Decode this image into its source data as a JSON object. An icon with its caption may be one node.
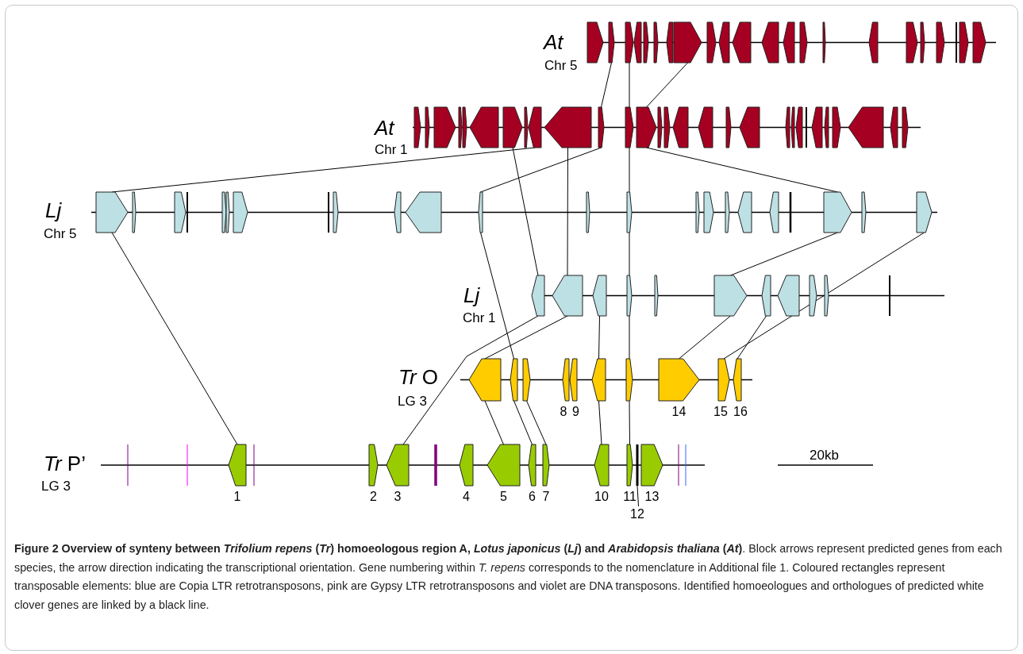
{
  "diagram": {
    "caption": "**Figure 2 Overview of synteny between *Trifolium repens* (*Tr*) homoeologous region A, *Lotus japonicus* (*Lj*) and *Arabidopsis thaliana* (*At*)**. Block arrows represent predicted genes from each species, the arrow direction indicating the transcriptional orientation. Gene numbering within *T. repens* corresponds to the nomenclature in Additional file 1. Coloured rectangles represent transposable elements: blue are Copia LTR retrotransposons, pink are Gypsy LTR retrotransposons and violet are DNA transposons. Identified homoeologues and orthologues of predicted white clover genes are linked by a black line.",
    "nodes": [
      {
        "text": [],
        "shape": "pentagon"
      },
      {
        "text": [],
        "shape": "pentagon"
      },
      {
        "text": [],
        "shape": "pentagon"
      },
      {
        "text": [],
        "shape": "pentagon"
      },
      {
        "text": [],
        "shape": "pentagon"
      },
      {
        "text": [],
        "shape": "pentagon"
      },
      {
        "text": [],
        "shape": "pentagon"
      },
      {
        "text": [],
        "shape": "pentagon"
      },
      {
        "text": [],
        "shape": "pentagon"
      },
      {
        "text": [],
        "shape": "pentagon"
      },
      {
        "text": [],
        "shape": "pentagon"
      },
      {
        "text": [],
        "shape": "pentagon"
      },
      {
        "text": [],
        "shape": "pentagon"
      },
      {
        "text": [],
        "shape": "pentagon"
      },
      {
        "text": [],
        "shape": "pentagon"
      },
      {
        "text": [],
        "shape": "pentagon"
      },
      {
        "text": [],
        "shape": "pentagon"
      },
      {
        "text": [],
        "shape": "pentagon"
      },
      {
        "text": [],
        "shape": "pentagon"
      },
      {
        "text": [],
        "shape": "pentagon"
      },
      {
        "text": [],
        "shape": "pentagon"
      },
      {
        "text": [],
        "shape": "pentagon"
      },
      {
        "text": [],
        "shape": "pentagon"
      },
      {
        "text": [],
        "shape": "pentagon"
      },
      {
        "text": [],
        "shape": "pentagon"
      },
      {
        "text": [],
        "shape": "pentagon"
      },
      {
        "text": [],
        "shape": "pentagon"
      },
      {
        "text": [],
        "shape": "pentagon"
      },
      {
        "text": [],
        "shape": "pentagon"
      },
      {
        "text": [],
        "shape": "pentagon"
      },
      {
        "text": [],
        "shape": "pentagon"
      },
      {
        "text": [],
        "shape": "pentagon"
      },
      {
        "text": [],
        "shape": "pentagon"
      },
      {
        "text": [],
        "shape": "pentagon"
      },
      {
        "text": [],
        "shape": "pentagon"
      },
      {
        "text": [],
        "shape": "pentagon"
      },
      {
        "text": [],
        "shape": "pentagon"
      },
      {
        "text": [],
        "shape": "pentagon"
      },
      {
        "text": [],
        "shape": "pentagon"
      },
      {
        "text": [],
        "shape": "pentagon"
      },
      {
        "text": [],
        "shape": "pentagon"
      },
      {
        "text": [],
        "shape": "pentagon"
      },
      {
        "text": [],
        "shape": "pentagon"
      },
      {
        "text": [],
        "shape": "pentagon"
      },
      {
        "text": [],
        "shape": "pentagon"
      },
      {
        "text": [],
        "shape": "pentagon"
      },
      {
        "text": [],
        "shape": "pentagon"
      },
      {
        "text": [],
        "shape": "pentagon"
      },
      {
        "text": [],
        "shape": "pentagon"
      },
      {
        "text": [],
        "shape": "pentagon"
      },
      {
        "text": [],
        "shape": "pentagon"
      },
      {
        "text": [],
        "shape": "pentagon"
      },
      {
        "text": [],
        "shape": "pentagon"
      },
      {
        "text": [],
        "shape": "pentagon"
      },
      {
        "text": [],
        "shape": "pentagon"
      },
      {
        "text": [],
        "shape": "pentagon"
      },
      {
        "text": [],
        "shape": "pentagon"
      },
      {
        "text": [],
        "shape": "pentagon"
      },
      {
        "text": [],
        "shape": "pentagon"
      },
      {
        "text": [],
        "shape": "pentagon"
      },
      {
        "text": [],
        "shape": "pentagon"
      },
      {
        "text": [],
        "shape": "pentagon"
      },
      {
        "text": [],
        "shape": "pentagon"
      },
      {
        "text": [],
        "shape": "pentagon"
      },
      {
        "text": [],
        "shape": "pentagon"
      },
      {
        "text": [],
        "shape": "pentagon"
      },
      {
        "text": [],
        "shape": "pentagon"
      },
      {
        "text": [],
        "shape": "pentagon"
      },
      {
        "text": [],
        "shape": "pentagon"
      },
      {
        "text": [],
        "shape": "pentagon"
      },
      {
        "text": [],
        "shape": "pentagon"
      },
      {
        "text": [],
        "shape": "pentagon"
      },
      {
        "text": [],
        "shape": "pentagon"
      },
      {
        "text": [],
        "shape": "pentagon"
      },
      {
        "text": [],
        "shape": "pentagon"
      },
      {
        "text": [],
        "shape": "pentagon"
      },
      {
        "text": [],
        "shape": "pentagon"
      },
      {
        "text": [],
        "shape": "pentagon"
      },
      {
        "text": [],
        "shape": "pentagon"
      },
      {
        "text": [],
        "shape": "pentagon"
      },
      {
        "text": [],
        "shape": "pentagon"
      },
      {
        "text": [],
        "shape": "pentagon"
      },
      {
        "text": [],
        "shape": "pentagon",
        "beside": [
          "8"
        ]
      },
      {
        "text": [],
        "shape": "pentagon",
        "beside": [
          "9"
        ]
      },
      {
        "text": [],
        "shape": "pentagon"
      },
      {
        "text": [],
        "shape": "pentagon"
      },
      {
        "text": [],
        "shape": "pentagon",
        "beside": [
          "14"
        ]
      },
      {
        "text": [],
        "shape": "pentagon",
        "beside": [
          "15"
        ]
      },
      {
        "text": [],
        "shape": "pentagon",
        "beside": [
          "16"
        ]
      },
      {
        "text": [],
        "shape": "pentagon",
        "beside": [
          "1"
        ]
      },
      {
        "text": [],
        "shape": "pentagon",
        "beside": [
          "2"
        ]
      },
      {
        "text": [],
        "shape": "pentagon",
        "beside": [
          "3"
        ]
      },
      {
        "text": [],
        "shape": "pentagon",
        "beside": [
          "4"
        ]
      },
      {
        "text": [],
        "shape": "pentagon",
        "beside": [
          "5"
        ]
      },
      {
        "text": [],
        "shape": "pentagon",
        "beside": [
          "6"
        ]
      },
      {
        "text": [],
        "shape": "pentagon",
        "beside": [
          "7"
        ]
      },
      {
        "text": [],
        "shape": "pentagon",
        "beside": [
          "10"
        ]
      },
      {
        "text": [],
        "shape": "pentagon",
        "beside": [
          "11"
        ]
      },
      {
        "text": [],
        "shape": "bar",
        "beside": [
          "12"
        ]
      },
      {
        "text": [],
        "shape": "pentagon",
        "beside": [
          "13"
        ]
      }
    ],
    "edges": [
      {
        "from": 1,
        "to": 31,
        "arrow": "none"
      },
      {
        "from": 2,
        "to": 32,
        "arrow": "none"
      },
      {
        "from": 7,
        "to": 33,
        "arrow": "none"
      },
      {
        "from": 32,
        "to": 60,
        "arrow": "none"
      },
      {
        "from": 60,
        "to": 72,
        "arrow": "none"
      },
      {
        "from": 72,
        "to": 85,
        "arrow": "none"
      },
      {
        "from": 85,
        "to": 97,
        "arrow": "none"
      },
      {
        "from": 29,
        "to": 49,
        "arrow": "none"
      },
      {
        "from": 27,
        "to": 69,
        "arrow": "none"
      },
      {
        "from": 30,
        "to": 70,
        "arrow": "none"
      },
      {
        "from": 31,
        "to": 58,
        "arrow": "none"
      },
      {
        "from": 33,
        "to": 66,
        "arrow": "none"
      },
      {
        "from": 58,
        "to": 80,
        "arrow": "none"
      },
      {
        "from": 66,
        "to": 74,
        "arrow": "none"
      },
      {
        "from": 68,
        "to": 87,
        "arrow": "none"
      },
      {
        "from": 69,
        "to": 91,
        "arrow": "none"
      },
      {
        "from": 70,
        "to": 79,
        "arrow": "none"
      },
      {
        "from": 71,
        "to": 84,
        "arrow": "none"
      },
      {
        "from": 74,
        "to": 86,
        "arrow": "none"
      },
      {
        "from": 75,
        "to": 88,
        "arrow": "none"
      },
      {
        "from": 79,
        "to": 93,
        "arrow": "none"
      },
      {
        "from": 80,
        "to": 94,
        "arrow": "none"
      },
      {
        "from": 81,
        "to": 95,
        "arrow": "none"
      },
      {
        "from": 84,
        "to": 96,
        "arrow": "none"
      },
      {
        "from": 49,
        "to": 89,
        "arrow": "none"
      }
    ],
    "labels": [
      "At",
      "Chr 5",
      "At",
      "Chr 1",
      "Lj",
      "Chr 5",
      "Lj",
      "Chr 1",
      "*Tr* O",
      "LG 3",
      "20kb",
      "*Tr* P’",
      "LG 3"
    ]
  }
}
